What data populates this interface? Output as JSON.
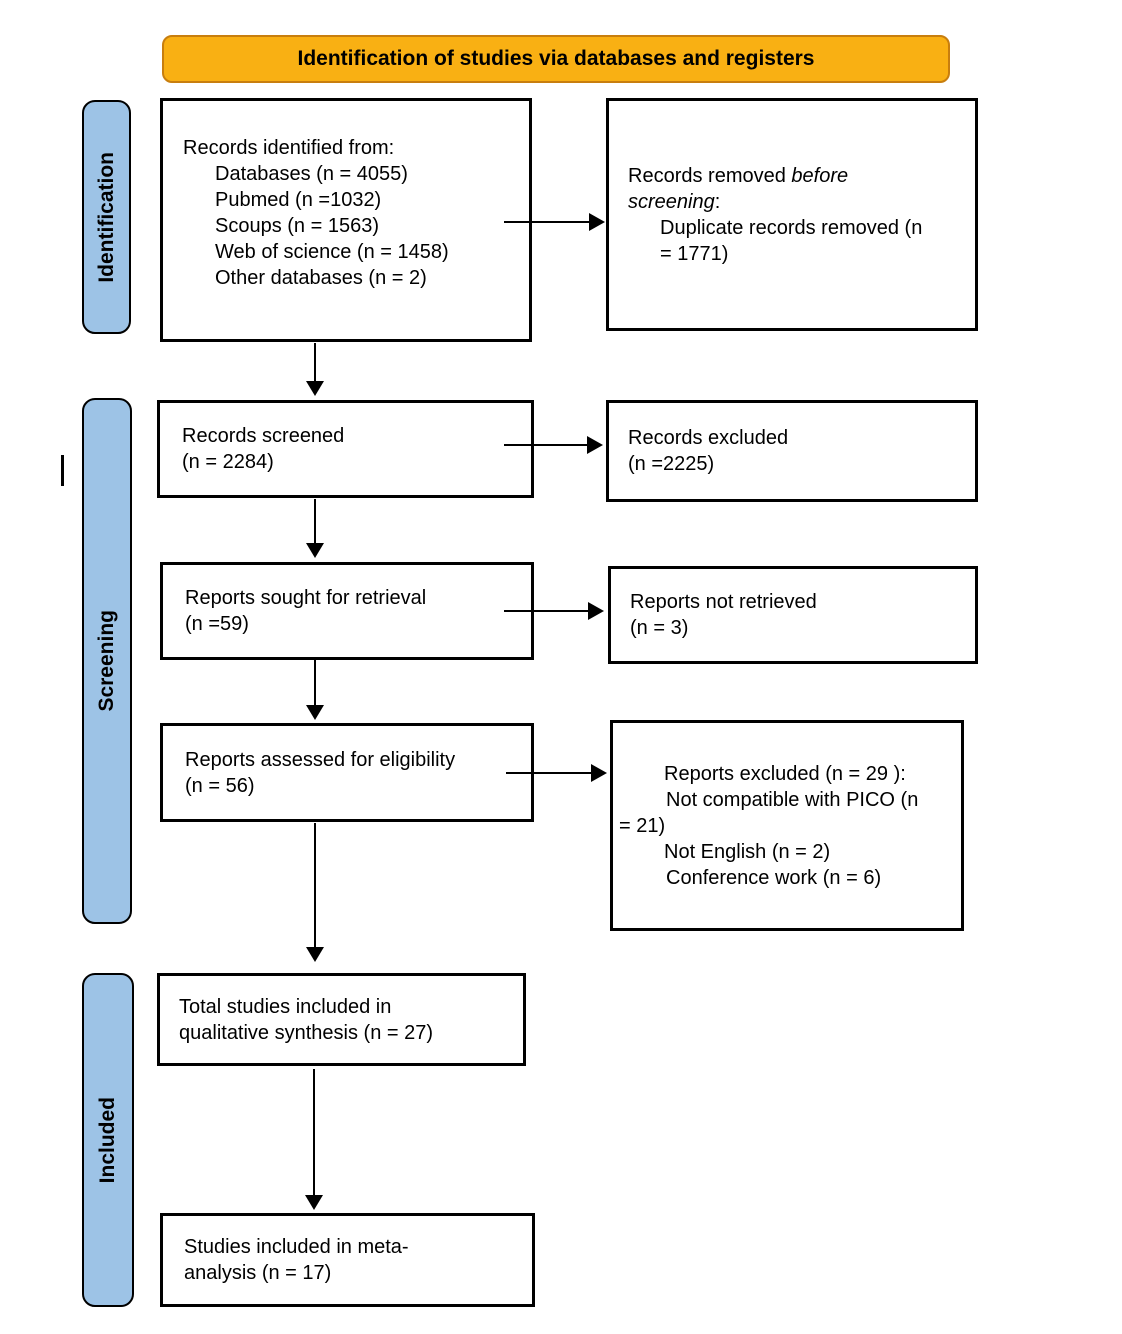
{
  "banner": {
    "label": "Identification of studies via databases and registers"
  },
  "colors": {
    "banner_bg": "#F9B013",
    "banner_border": "#C87E0E",
    "stage_bg": "#9DC3E6",
    "box_border": "#000000"
  },
  "stages": {
    "identification": "Identification",
    "screening": "Screening",
    "included": "Included"
  },
  "boxes": {
    "records_identified": {
      "title": "Records identified from:",
      "items": [
        "Databases (n = 4055)",
        "Pubmed (n =1032)",
        "Scoups (n = 1563)",
        "Web of science (n = 1458)",
        "Other databases (n = 2)"
      ]
    },
    "records_removed": {
      "line1_normal": "Records removed ",
      "line1_italic": "before",
      "line2_italic": "screening",
      "line2_normal": ":",
      "item_line1": "Duplicate records removed (n",
      "item_line2": "= 1771)"
    },
    "records_screened": {
      "line1": "Records screened",
      "line2": "(n = 2284)"
    },
    "records_excluded": {
      "line1": "Records excluded",
      "line2": "(n =2225)"
    },
    "reports_sought": {
      "line1": "Reports sought for retrieval",
      "line2": "(n =59)"
    },
    "reports_not_retrieved": {
      "line1": "Reports not retrieved",
      "line2": "(n = 3)"
    },
    "reports_assessed": {
      "line1": "Reports assessed for eligibility",
      "line2": "(n = 56)"
    },
    "reports_excluded": {
      "lines": [
        "Reports excluded (n = 29 ):",
        "Not compatible with PICO (n",
        "= 21)",
        "Not English (n = 2)",
        "Conference work (n = 6)"
      ]
    },
    "total_qualitative": {
      "line1": "Total studies included in",
      "line2": "qualitative synthesis (n = 27)"
    },
    "meta_analysis": {
      "line1": "Studies included in meta-",
      "line2": "analysis (n = 17)"
    }
  }
}
